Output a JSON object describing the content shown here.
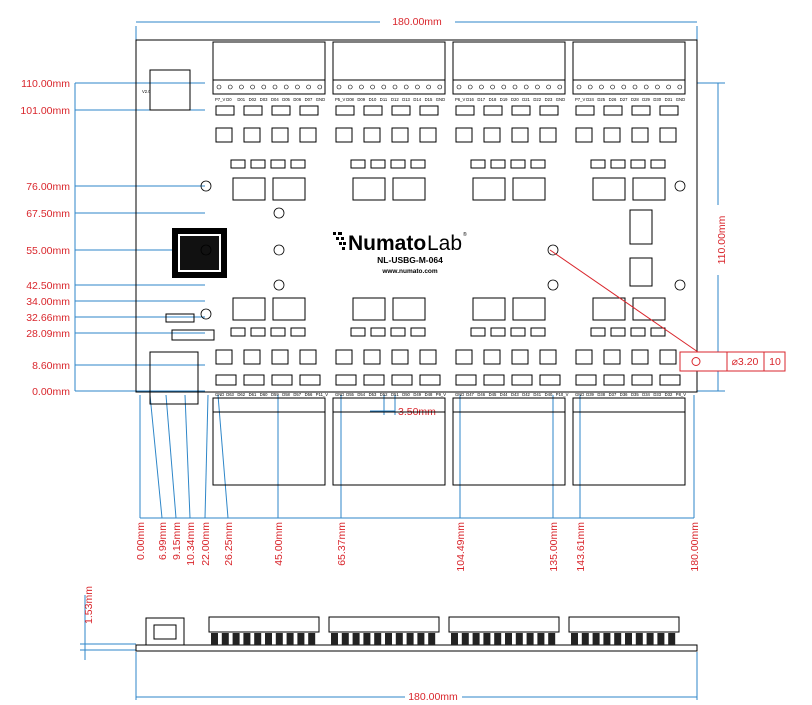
{
  "board": {
    "logo_text_bold": "Numato",
    "logo_text_light": "Lab",
    "logo_mark": "®",
    "model": "NL-USBG-M-064",
    "website": "www.numato.com",
    "version_label": "V2.0"
  },
  "terminals_top": [
    [
      "P7_V",
      "D0",
      "D01",
      "D02",
      "D03",
      "D04",
      "D05",
      "D06",
      "D07",
      "GND"
    ],
    [
      "P5_V",
      "D08",
      "D09",
      "D10",
      "D11",
      "D12",
      "D13",
      "D14",
      "D15",
      "GND"
    ],
    [
      "P6_V",
      "D16",
      "D17",
      "D18",
      "D19",
      "D20",
      "D21",
      "D22",
      "D23",
      "GND"
    ],
    [
      "P7_V",
      "D24",
      "D25",
      "D26",
      "D27",
      "D28",
      "D29",
      "D30",
      "D31",
      "GND"
    ]
  ],
  "terminals_bottom": [
    [
      "GND",
      "D63",
      "D62",
      "D61",
      "D60",
      "D59",
      "D58",
      "D57",
      "D56",
      "P11_V"
    ],
    [
      "GND",
      "D55",
      "D54",
      "D53",
      "D52",
      "D51",
      "D50",
      "D49",
      "D48",
      "P9_V"
    ],
    [
      "GND",
      "D47",
      "D46",
      "D45",
      "D44",
      "D43",
      "D42",
      "D41",
      "D40",
      "P10_V"
    ],
    [
      "GND",
      "D39",
      "D38",
      "D37",
      "D36",
      "D35",
      "D34",
      "D33",
      "D32",
      "P8_V"
    ]
  ],
  "dimensions": {
    "top_width": "180.00mm",
    "right_height": "110.00mm",
    "left": [
      "110.00mm",
      "101.00mm",
      "76.00mm",
      "67.50mm",
      "55.00mm",
      "42.50mm",
      "34.00mm",
      "32.66mm",
      "28.09mm",
      "8.60mm",
      "0.00mm"
    ],
    "bottom": [
      "0.00mm",
      "6.99mm",
      "9.15mm",
      "10.34mm",
      "22.00mm",
      "26.25mm",
      "45.00mm",
      "65.37mm",
      "104.49mm",
      "135.00mm",
      "143.61mm",
      "180.00mm"
    ],
    "pin_pitch": "3.50mm",
    "side_thickness": "1.53mm",
    "side_width": "180.00mm"
  },
  "callout": {
    "symbol": "circle",
    "diameter": "⌀3.20",
    "count": "10"
  },
  "colors": {
    "dimension_text": "#d9262c",
    "dimension_line": "#2e86c8",
    "callout": "#d9262c"
  }
}
